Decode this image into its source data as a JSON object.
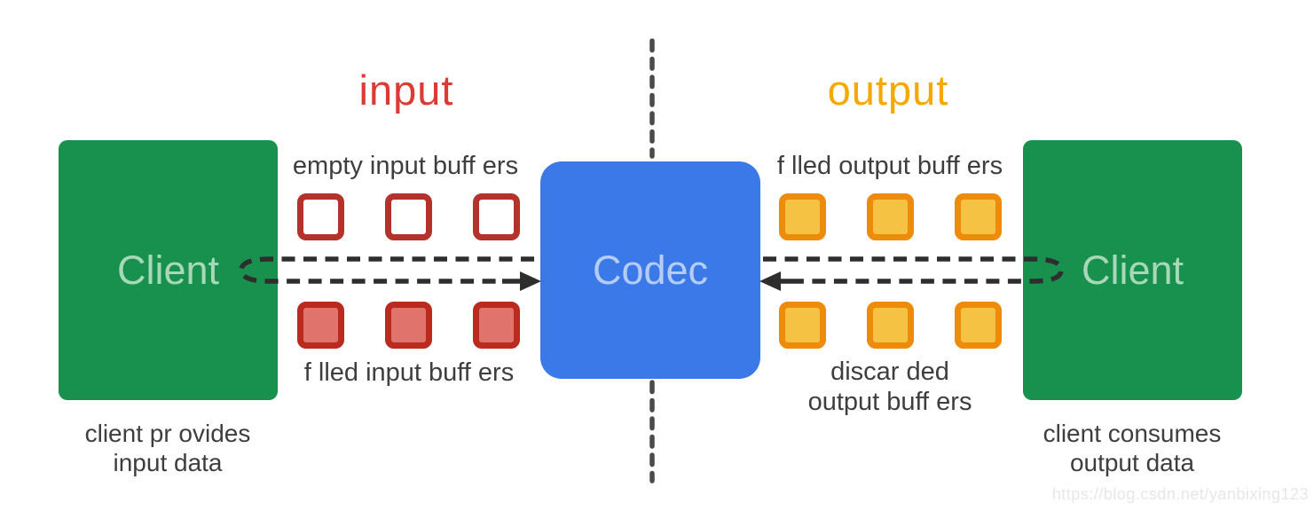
{
  "labels": {
    "input": "input",
    "output": "output",
    "empty_input": "empty input buff ers",
    "filled_input": "f lled input buff ers",
    "filled_output": "f lled output buff ers",
    "discarded_line1": "discar ded",
    "discarded_line2": "output buff ers"
  },
  "left_client": {
    "title": "Client",
    "caption_line1": "client pr ovides",
    "caption_line2": "input data"
  },
  "codec": {
    "title": "Codec"
  },
  "right_client": {
    "title": "Client",
    "caption_line1": "client consumes",
    "caption_line2": "output data"
  },
  "buffers": {
    "empty_input": {
      "count": 3
    },
    "filled_input": {
      "count": 3
    },
    "filled_output": {
      "count": 3
    },
    "discarded_output": {
      "count": 3
    }
  },
  "watermark": "https://blog.csdn.net/yanbixing123",
  "colors": {
    "client_green": "#18914E",
    "client_text": "#A9D8B9",
    "codec_blue": "#3C79E8",
    "codec_text": "#B5CDF4",
    "input_red": "#DB3A35",
    "output_amber": "#F5A800",
    "empty_buffer_border": "#B3322B",
    "filled_buffer_fill": "#E0736B",
    "filled_buffer_border": "#BA2A1F",
    "output_buffer_fill": "#F6C243",
    "output_buffer_border": "#EF8B0B",
    "arrow_dark": "#2E2E2E",
    "divider_gray": "#4A4A4A",
    "label_text": "#3E3E3E",
    "watermark_gray": "#E7E7E7"
  }
}
